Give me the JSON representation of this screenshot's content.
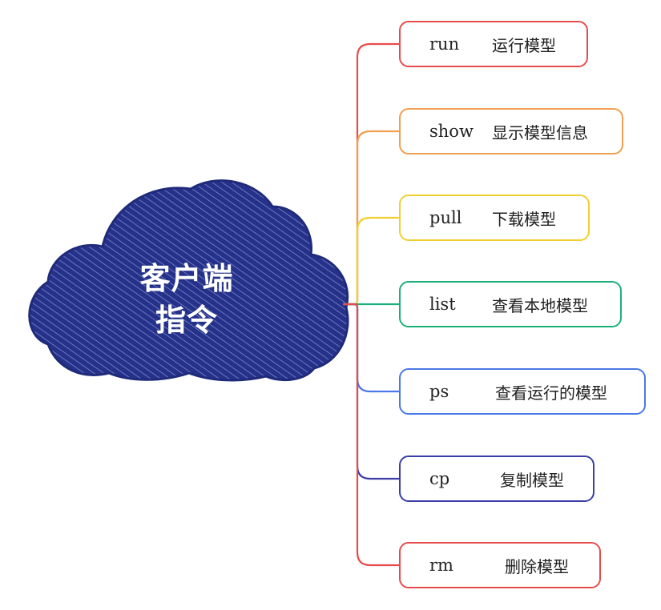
{
  "center": {
    "title_line1": "客户端",
    "title_line2": "指令",
    "cloud_color": "#26328a"
  },
  "commands": [
    {
      "name": "run",
      "desc": "运行模型",
      "color": "#e74c4c"
    },
    {
      "name": "show",
      "desc": "显示模型信息",
      "color": "#f0a050"
    },
    {
      "name": "pull",
      "desc": "下载模型",
      "color": "#f0d030"
    },
    {
      "name": "list",
      "desc": "查看本地模型",
      "color": "#1bb07a"
    },
    {
      "name": "ps",
      "desc": "查看运行的模型",
      "color": "#4a78e6"
    },
    {
      "name": "cp",
      "desc": "复制模型",
      "color": "#3a3fa8"
    },
    {
      "name": "rm",
      "desc": "删除模型",
      "color": "#e74c4c"
    }
  ]
}
